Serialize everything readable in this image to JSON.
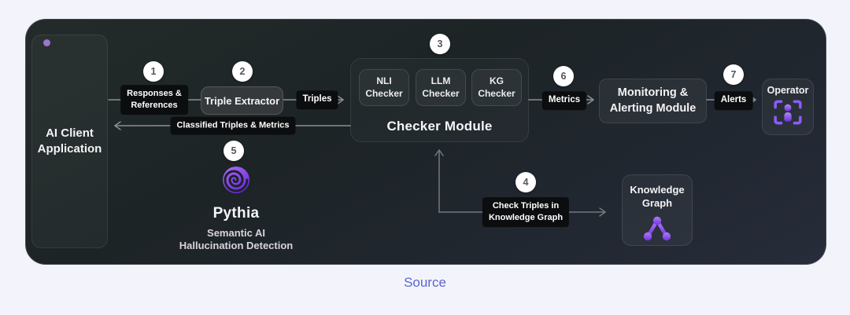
{
  "diagram": {
    "steps": [
      "1",
      "2",
      "3",
      "4",
      "5",
      "6",
      "7"
    ],
    "ai_client": {
      "line1": "AI Client",
      "line2": "Application"
    },
    "labels": {
      "responses_line1": "Responses &",
      "responses_line2": "References",
      "triples": "Triples",
      "classified": "Classified Triples & Metrics",
      "metrics": "Metrics",
      "alerts": "Alerts",
      "check_triples_line1": "Check Triples in",
      "check_triples_line2": "Knowledge Graph"
    },
    "nodes": {
      "triple_extractor": "Triple Extractor",
      "checker_title": "Checker Module",
      "checkers": [
        {
          "line1": "NLI",
          "line2": "Checker"
        },
        {
          "line1": "LLM",
          "line2": "Checker"
        },
        {
          "line1": "KG",
          "line2": "Checker"
        }
      ],
      "monitoring_line1": "Monitoring &",
      "monitoring_line2": "Alerting Module",
      "operator": "Operator",
      "knowledge_graph_line1": "Knowledge",
      "knowledge_graph_line2": "Graph"
    },
    "pythia": {
      "name": "Pythia",
      "tagline_line1": "Semantic AI",
      "tagline_line2": "Hallucination Detection"
    },
    "colors": {
      "accent_purple": "#7c3aed",
      "purple_light": "#a863f7",
      "status_dot": "#9f74c9",
      "label_chip_bg": "#0b0d0e",
      "link": "#5b63cf",
      "connector": "#8b8f92"
    }
  },
  "footer": {
    "source_label": "Source"
  }
}
